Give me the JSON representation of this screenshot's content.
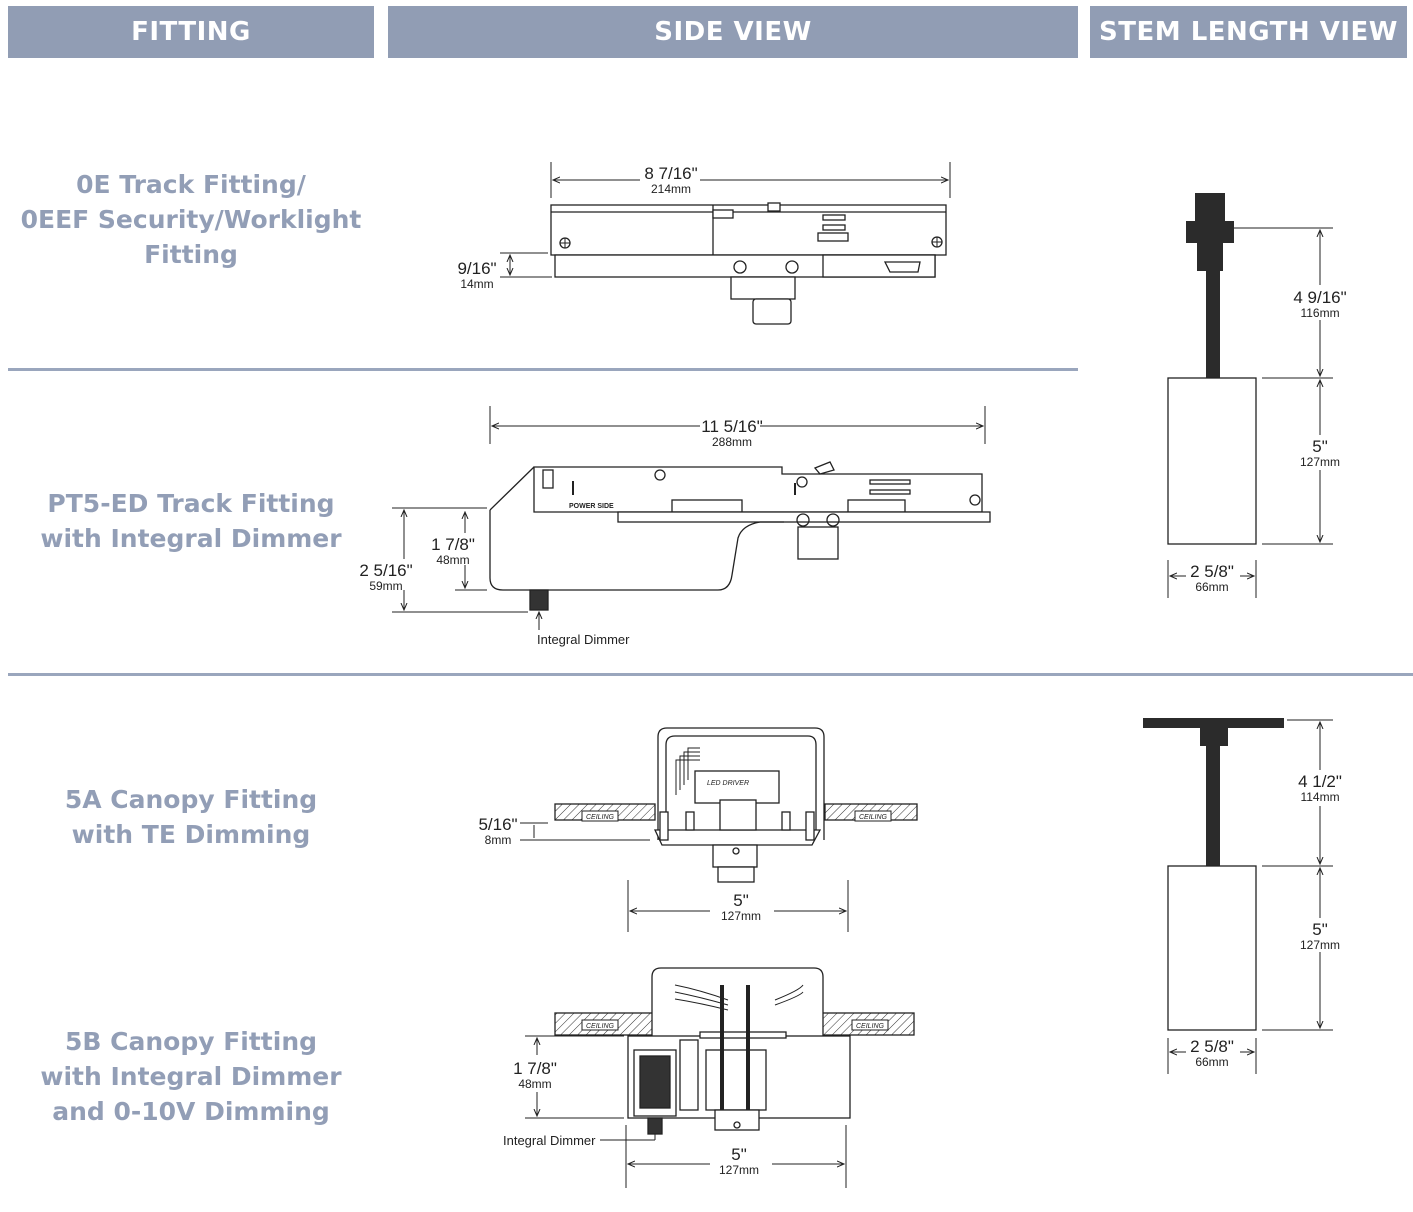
{
  "headers": {
    "fitting": "FITTING",
    "side_view": "SIDE VIEW",
    "stem_length_view": "STEM LENGTH VIEW"
  },
  "fittings": [
    {
      "lines": [
        "0E Track Fitting/",
        "0EEF Security/Worklight",
        "Fitting"
      ]
    },
    {
      "lines": [
        "PT5-ED Track Fitting",
        "with Integral Dimmer"
      ]
    },
    {
      "lines": [
        "5A Canopy Fitting",
        "with TE Dimming"
      ]
    },
    {
      "lines": [
        "5B Canopy Fitting",
        "with Integral Dimmer",
        "and 0-10V Dimming"
      ]
    }
  ],
  "dimensions": {
    "oe_width": {
      "in": "8 7/16\"",
      "mm": "214mm"
    },
    "oe_height": {
      "in": "9/16\"",
      "mm": "14mm"
    },
    "pt5_width": {
      "in": "11 5/16\"",
      "mm": "288mm"
    },
    "pt5_height_inner": {
      "in": "1 7/8\"",
      "mm": "48mm"
    },
    "pt5_height_outer": {
      "in": "2 5/16\"",
      "mm": "59mm"
    },
    "a5_height": {
      "in": "5/16\"",
      "mm": "8mm"
    },
    "a5_width": {
      "in": "5\"",
      "mm": "127mm"
    },
    "b5_height": {
      "in": "1 7/8\"",
      "mm": "48mm"
    },
    "b5_width": {
      "in": "5\"",
      "mm": "127mm"
    },
    "stem1_stem": {
      "in": "4 9/16\"",
      "mm": "116mm"
    },
    "stem1_body": {
      "in": "5\"",
      "mm": "127mm"
    },
    "stem1_width": {
      "in": "2 5/8\"",
      "mm": "66mm"
    },
    "stem2_stem": {
      "in": "4 1/2\"",
      "mm": "114mm"
    },
    "stem2_body": {
      "in": "5\"",
      "mm": "127mm"
    },
    "stem2_width": {
      "in": "2 5/8\"",
      "mm": "66mm"
    }
  },
  "notes": {
    "pt5_dimmer": "Integral Dimmer",
    "b5_dimmer": "Integral Dimmer",
    "power_side": "POWER SIDE",
    "led_driver": "LED DRIVER",
    "ceiling": "CEILING"
  },
  "colors": {
    "header_bg": "#919db4",
    "label_text": "#929eb6",
    "separator": "#9aa6bd",
    "stem_dark": "#2b2b2b"
  }
}
